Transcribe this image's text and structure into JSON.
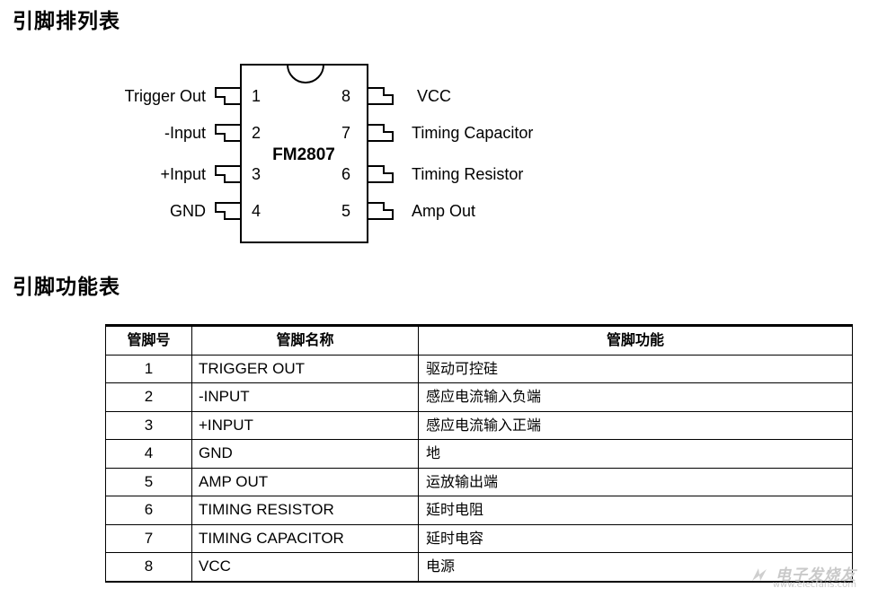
{
  "headings": {
    "pinout": "引脚排列表",
    "function": "引脚功能表"
  },
  "chip": {
    "name": "FM2807",
    "left_pins": [
      {
        "num": "1",
        "label": "Trigger Out"
      },
      {
        "num": "2",
        "label": "-Input"
      },
      {
        "num": "3",
        "label": "+Input"
      },
      {
        "num": "4",
        "label": "GND"
      }
    ],
    "right_pins": [
      {
        "num": "8",
        "label": "VCC"
      },
      {
        "num": "7",
        "label": "Timing Capacitor"
      },
      {
        "num": "6",
        "label": "Timing Resistor"
      },
      {
        "num": "5",
        "label": "Amp Out"
      }
    ]
  },
  "table": {
    "headers": [
      "管脚号",
      "管脚名称",
      "管脚功能"
    ],
    "rows": [
      {
        "num": "1",
        "name": "TRIGGER OUT",
        "function": "驱动可控硅"
      },
      {
        "num": "2",
        "name": "-INPUT",
        "function": "感应电流输入负端"
      },
      {
        "num": "3",
        "name": "+INPUT",
        "function": "感应电流输入正端"
      },
      {
        "num": "4",
        "name": "GND",
        "function": "地"
      },
      {
        "num": "5",
        "name": "AMP OUT",
        "function": "运放输出端"
      },
      {
        "num": "6",
        "name": "TIMING RESISTOR",
        "function": "延时电阻"
      },
      {
        "num": "7",
        "name": "TIMING CAPACITOR",
        "function": "延时电容"
      },
      {
        "num": "8",
        "name": "VCC",
        "function": "电源"
      }
    ]
  },
  "watermark": {
    "text": "电子发烧友",
    "url": "www.elecfans.com"
  }
}
